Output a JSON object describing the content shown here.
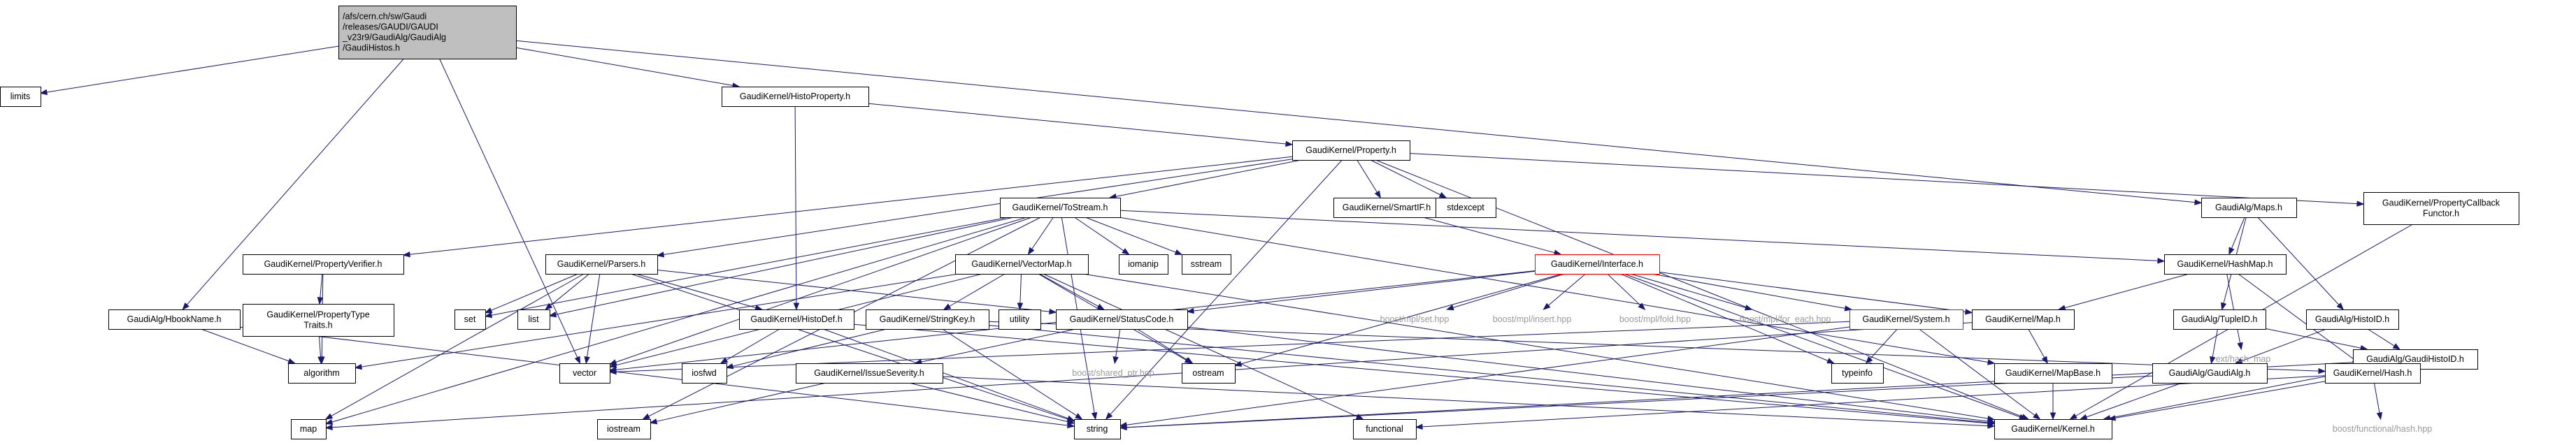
{
  "graph": {
    "root": "GaudiAlg/GaudiHistos.h",
    "nodes": [
      {
        "id": "root",
        "lines": [
          "/afs/cern.ch/sw/Gaudi",
          "/releases/GAUDI/GAUDI",
          "_v23r9/GaudiAlg/GaudiAlg",
          "/GaudiHistos.h"
        ],
        "style": "root"
      },
      {
        "id": "limits",
        "lines": [
          "limits"
        ],
        "style": "box"
      },
      {
        "id": "histoprop",
        "lines": [
          "GaudiKernel/HistoProperty.h"
        ],
        "style": "box"
      },
      {
        "id": "property",
        "lines": [
          "GaudiKernel/Property.h"
        ],
        "style": "box"
      },
      {
        "id": "tostream",
        "lines": [
          "GaudiKernel/ToStream.h"
        ],
        "style": "box"
      },
      {
        "id": "smartif",
        "lines": [
          "GaudiKernel/SmartIF.h"
        ],
        "style": "box"
      },
      {
        "id": "stdexcept",
        "lines": [
          "stdexcept"
        ],
        "style": "box"
      },
      {
        "id": "propverifier",
        "lines": [
          "GaudiKernel/PropertyVerifier.h"
        ],
        "style": "box"
      },
      {
        "id": "parsers",
        "lines": [
          "GaudiKernel/Parsers.h"
        ],
        "style": "box"
      },
      {
        "id": "vectormap",
        "lines": [
          "GaudiKernel/VectorMap.h"
        ],
        "style": "box"
      },
      {
        "id": "iomanip",
        "lines": [
          "iomanip"
        ],
        "style": "box"
      },
      {
        "id": "sstream",
        "lines": [
          "sstream"
        ],
        "style": "box"
      },
      {
        "id": "interface",
        "lines": [
          "GaudiKernel/Interface.h"
        ],
        "style": "red"
      },
      {
        "id": "hbookname",
        "lines": [
          "GaudiAlg/HbookName.h"
        ],
        "style": "box"
      },
      {
        "id": "proptypetraits",
        "lines": [
          "GaudiKernel/PropertyType",
          "Traits.h"
        ],
        "style": "box"
      },
      {
        "id": "set",
        "lines": [
          "set"
        ],
        "style": "box"
      },
      {
        "id": "list",
        "lines": [
          "list"
        ],
        "style": "box"
      },
      {
        "id": "histodef",
        "lines": [
          "GaudiKernel/HistoDef.h"
        ],
        "style": "box"
      },
      {
        "id": "stringkey",
        "lines": [
          "GaudiKernel/StringKey.h"
        ],
        "style": "box"
      },
      {
        "id": "utility",
        "lines": [
          "utility"
        ],
        "style": "box"
      },
      {
        "id": "statuscode",
        "lines": [
          "GaudiKernel/StatusCode.h"
        ],
        "style": "box"
      },
      {
        "id": "mplset",
        "lines": [
          "boost/mpl/set.hpp"
        ],
        "style": "plain"
      },
      {
        "id": "mplinsert",
        "lines": [
          "boost/mpl/insert.hpp"
        ],
        "style": "plain"
      },
      {
        "id": "mplfold",
        "lines": [
          "boost/mpl/fold.hpp"
        ],
        "style": "plain"
      },
      {
        "id": "mplforeach",
        "lines": [
          "boost/mpl/for_each.hpp"
        ],
        "style": "plain"
      },
      {
        "id": "system",
        "lines": [
          "GaudiKernel/System.h"
        ],
        "style": "red"
      },
      {
        "id": "gkmap",
        "lines": [
          "GaudiKernel/Map.h"
        ],
        "style": "box"
      },
      {
        "id": "gkhashmap",
        "lines": [
          "GaudiKernel/HashMap.h"
        ],
        "style": "box"
      },
      {
        "id": "gamaps",
        "lines": [
          "GaudiAlg/Maps.h"
        ],
        "style": "box"
      },
      {
        "id": "propcallback",
        "lines": [
          "GaudiKernel/PropertyCallback",
          "Functor.h"
        ],
        "style": "box"
      },
      {
        "id": "tupleid",
        "lines": [
          "GaudiAlg/TupleID.h"
        ],
        "style": "box"
      },
      {
        "id": "histoid",
        "lines": [
          "GaudiAlg/HistoID.h"
        ],
        "style": "box"
      },
      {
        "id": "exthashmap",
        "lines": [
          "ext/hash_map"
        ],
        "style": "plain"
      },
      {
        "id": "gaudihistoid",
        "lines": [
          "GaudiAlg/GaudiHistoID.h"
        ],
        "style": "box"
      },
      {
        "id": "algorithm",
        "lines": [
          "algorithm"
        ],
        "style": "box"
      },
      {
        "id": "vector",
        "lines": [
          "vector"
        ],
        "style": "box"
      },
      {
        "id": "iosfwd",
        "lines": [
          "iosfwd"
        ],
        "style": "box"
      },
      {
        "id": "shared_ptr",
        "lines": [
          "boost/shared_ptr.hpp"
        ],
        "style": "plain"
      },
      {
        "id": "ostream",
        "lines": [
          "ostream"
        ],
        "style": "box"
      },
      {
        "id": "typeinfo",
        "lines": [
          "typeinfo"
        ],
        "style": "box"
      },
      {
        "id": "mapbase",
        "lines": [
          "GaudiKernel/MapBase.h"
        ],
        "style": "box"
      },
      {
        "id": "gaudialg",
        "lines": [
          "GaudiAlg/GaudiAlg.h"
        ],
        "style": "box"
      },
      {
        "id": "gkhash",
        "lines": [
          "GaudiKernel/Hash.h"
        ],
        "style": "box"
      },
      {
        "id": "issueseverity",
        "lines": [
          "GaudiKernel/IssueSeverity.h"
        ],
        "style": "box"
      },
      {
        "id": "map",
        "lines": [
          "map"
        ],
        "style": "box"
      },
      {
        "id": "iostream",
        "lines": [
          "iostream"
        ],
        "style": "box"
      },
      {
        "id": "string",
        "lines": [
          "string"
        ],
        "style": "box"
      },
      {
        "id": "functional",
        "lines": [
          "functional"
        ],
        "style": "box"
      },
      {
        "id": "kernel",
        "lines": [
          "GaudiKernel/Kernel.h"
        ],
        "style": "box"
      },
      {
        "id": "boosthash",
        "lines": [
          "boost/functional/hash.hpp"
        ],
        "style": "plain"
      }
    ],
    "edges": [
      [
        "root",
        "limits"
      ],
      [
        "root",
        "histoprop"
      ],
      [
        "root",
        "hbookname"
      ],
      [
        "root",
        "vector"
      ],
      [
        "root",
        "gamaps"
      ],
      [
        "histoprop",
        "property"
      ],
      [
        "histoprop",
        "histodef"
      ],
      [
        "property",
        "tostream"
      ],
      [
        "property",
        "smartif"
      ],
      [
        "property",
        "stdexcept"
      ],
      [
        "property",
        "propverifier"
      ],
      [
        "property",
        "parsers"
      ],
      [
        "property",
        "propcallback"
      ],
      [
        "property",
        "string"
      ],
      [
        "property",
        "kernel"
      ],
      [
        "tostream",
        "vectormap"
      ],
      [
        "tostream",
        "iomanip"
      ],
      [
        "tostream",
        "sstream"
      ],
      [
        "tostream",
        "set"
      ],
      [
        "tostream",
        "list"
      ],
      [
        "tostream",
        "map"
      ],
      [
        "tostream",
        "vector"
      ],
      [
        "tostream",
        "string"
      ],
      [
        "tostream",
        "iostream"
      ],
      [
        "tostream",
        "gkhashmap"
      ],
      [
        "tostream",
        "mapbase"
      ],
      [
        "smartif",
        "interface"
      ],
      [
        "propverifier",
        "proptypetraits"
      ],
      [
        "propverifier",
        "algorithm"
      ],
      [
        "proptypetraits",
        "algorithm"
      ],
      [
        "parsers",
        "set"
      ],
      [
        "parsers",
        "list"
      ],
      [
        "parsers",
        "vector"
      ],
      [
        "parsers",
        "map"
      ],
      [
        "parsers",
        "string"
      ],
      [
        "parsers",
        "histodef"
      ],
      [
        "parsers",
        "statuscode"
      ],
      [
        "vectormap",
        "stringkey"
      ],
      [
        "vectormap",
        "utility"
      ],
      [
        "vectormap",
        "statuscode"
      ],
      [
        "vectormap",
        "vector"
      ],
      [
        "vectormap",
        "algorithm"
      ],
      [
        "vectormap",
        "functional"
      ],
      [
        "vectormap",
        "ostream"
      ],
      [
        "vectormap",
        "kernel"
      ],
      [
        "interface",
        "statuscode"
      ],
      [
        "interface",
        "mplset"
      ],
      [
        "interface",
        "mplinsert"
      ],
      [
        "interface",
        "mplfold"
      ],
      [
        "interface",
        "mplforeach"
      ],
      [
        "interface",
        "system"
      ],
      [
        "interface",
        "gkmap"
      ],
      [
        "interface",
        "kernel"
      ],
      [
        "interface",
        "typeinfo"
      ],
      [
        "interface",
        "ostream"
      ],
      [
        "interface",
        "vector"
      ],
      [
        "hbookname",
        "algorithm"
      ],
      [
        "hbookname",
        "string"
      ],
      [
        "histodef",
        "iosfwd"
      ],
      [
        "histodef",
        "string"
      ],
      [
        "histodef",
        "kernel"
      ],
      [
        "stringkey",
        "iosfwd"
      ],
      [
        "stringkey",
        "string"
      ],
      [
        "stringkey",
        "kernel"
      ],
      [
        "stringkey",
        "gkhash"
      ],
      [
        "statuscode",
        "issueseverity"
      ],
      [
        "statuscode",
        "shared_ptr"
      ],
      [
        "statuscode",
        "ostream"
      ],
      [
        "statuscode",
        "kernel"
      ],
      [
        "system",
        "typeinfo"
      ],
      [
        "system",
        "string"
      ],
      [
        "system",
        "vector"
      ],
      [
        "system",
        "kernel"
      ],
      [
        "gkmap",
        "mapbase"
      ],
      [
        "gkmap",
        "map"
      ],
      [
        "mapbase",
        "kernel"
      ],
      [
        "gkhashmap",
        "gkmap"
      ],
      [
        "gkhashmap",
        "exthashmap"
      ],
      [
        "gkhashmap",
        "gkhash"
      ],
      [
        "gamaps",
        "gkhashmap"
      ],
      [
        "gamaps",
        "tupleid"
      ],
      [
        "gamaps",
        "histoid"
      ],
      [
        "tupleid",
        "gaudialg"
      ],
      [
        "tupleid",
        "gaudihistoid"
      ],
      [
        "histoid",
        "gaudihistoid"
      ],
      [
        "histoid",
        "gaudialg"
      ],
      [
        "gaudihistoid",
        "gkhash"
      ],
      [
        "gaudihistoid",
        "string"
      ],
      [
        "gaudihistoid",
        "kernel"
      ],
      [
        "gaudialg",
        "kernel"
      ],
      [
        "gaudialg",
        "string"
      ],
      [
        "gkhash",
        "functional"
      ],
      [
        "gkhash",
        "boosthash"
      ],
      [
        "gkhash",
        "kernel"
      ],
      [
        "issueseverity",
        "string"
      ],
      [
        "issueseverity",
        "iostream"
      ],
      [
        "issueseverity",
        "kernel"
      ],
      [
        "propcallback",
        "kernel"
      ]
    ]
  }
}
